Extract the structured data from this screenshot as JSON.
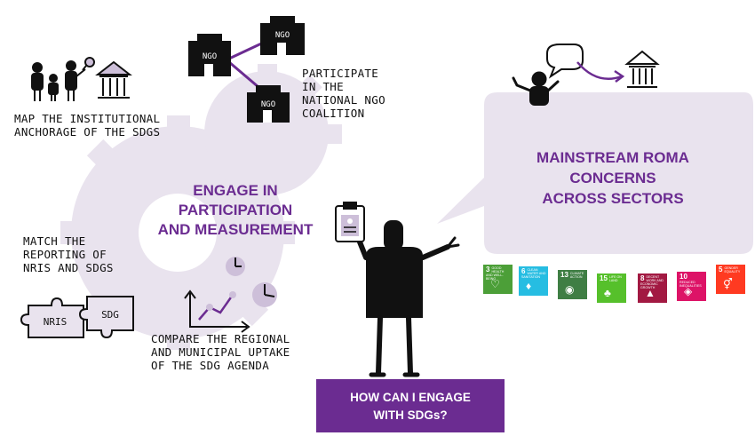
{
  "labels": {
    "map_anchorage": [
      "Map the institutional",
      "anchorage of the SDGs"
    ],
    "participate": [
      "Participate",
      "in the",
      "national NGO",
      "coalition"
    ],
    "match_reporting": [
      "Match the",
      "reporting of",
      "NRIS and SDGs"
    ],
    "compare_uptake": [
      "Compare the regional",
      "and municipal uptake",
      "of the SDG agenda"
    ],
    "engage_title": [
      "ENGAGE IN",
      "PARTICIPATION",
      "AND MEASUREMENT"
    ],
    "mainstream_title": [
      "MAINSTREAM ROMA",
      "CONCERNS",
      "ACROSS SECTORS"
    ],
    "question": [
      "HOW CAN I ENGAGE",
      "WITH SDGs?"
    ]
  },
  "ngo_labels": [
    "NGO",
    "NGO",
    "NGO"
  ],
  "puzzle_labels": [
    "NRIS",
    "SDG"
  ],
  "sdg_tiles": [
    {
      "number": "3",
      "label": "Good health and well-being",
      "color": "#4c9f38",
      "icon": "heart-pulse-icon",
      "glyph": "♡"
    },
    {
      "number": "6",
      "label": "Clean water and sanitation",
      "color": "#26bde2",
      "icon": "water-drop-icon",
      "glyph": "♦"
    },
    {
      "number": "13",
      "label": "Climate action",
      "color": "#3f7e44",
      "icon": "eye-globe-icon",
      "glyph": "◉"
    },
    {
      "number": "15",
      "label": "Life on land",
      "color": "#56c02b",
      "icon": "tree-icon",
      "glyph": "♣"
    },
    {
      "number": "8",
      "label": "Decent work and economic growth",
      "color": "#a21942",
      "icon": "growth-chart-icon",
      "glyph": "▲"
    },
    {
      "number": "10",
      "label": "Reduced inequalities",
      "color": "#dd1367",
      "icon": "equality-icon",
      "glyph": "◈"
    },
    {
      "number": "5",
      "label": "Gender equality",
      "color": "#ff3a21",
      "icon": "gender-icon",
      "glyph": "⚥"
    }
  ],
  "colors": {
    "purple": "#6b2c91",
    "light_purple": "#e9e3ee",
    "mid_purple": "#cdbfd9",
    "ink": "#111111"
  }
}
